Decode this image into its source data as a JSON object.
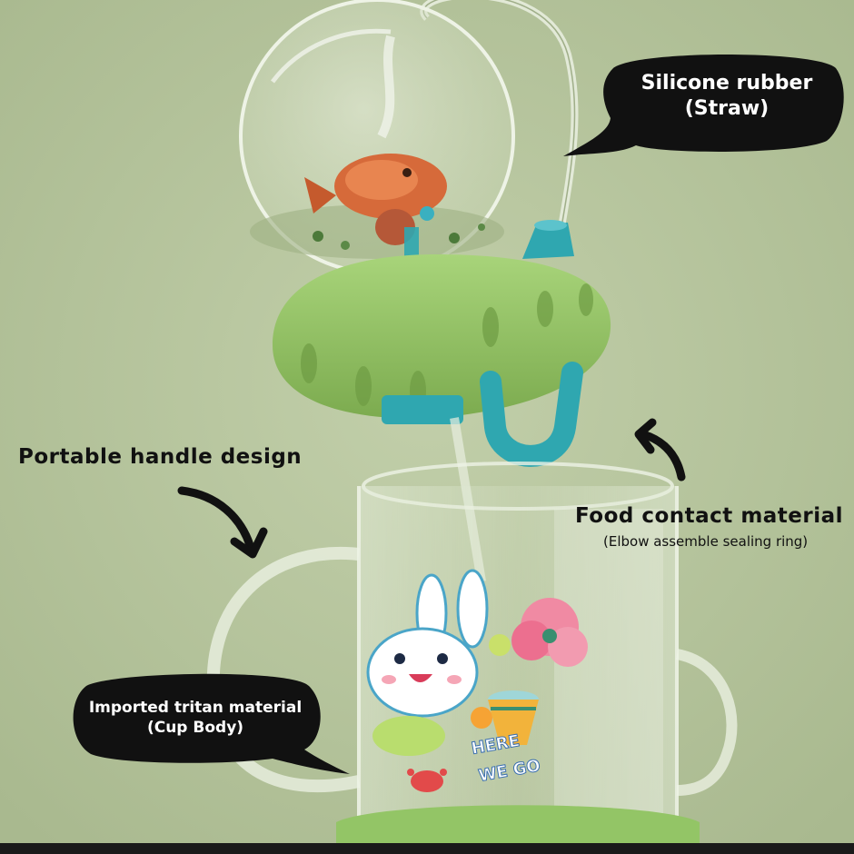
{
  "labels": {
    "straw": {
      "line1": "Silicone rubber",
      "line2": "(Straw)"
    },
    "handle": "Portable handle design",
    "food": {
      "title": "Food contact material",
      "subtitle": "(Elbow assemble sealing ring)"
    },
    "tritan": {
      "line1": "Imported tritan material",
      "line2": "(Cup Body)"
    }
  },
  "cup_print": {
    "line1": "HERE",
    "line2": "WE GO"
  },
  "colors": {
    "background": "#b6c39e",
    "lid_green": "#8fc25f",
    "teal": "#2fa7b0",
    "bubble_black": "#111111"
  },
  "icons": [
    "curved-arrow-icon",
    "curved-arrow-up-icon",
    "bunny-illustration",
    "flower-illustration",
    "drum-illustration",
    "crab-illustration",
    "fish-figurine"
  ]
}
